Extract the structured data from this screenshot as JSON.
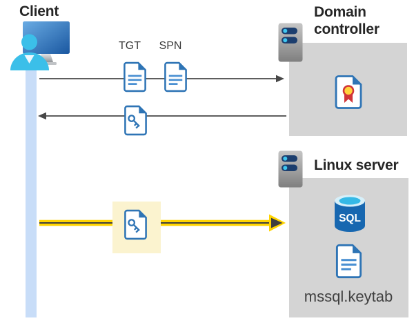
{
  "labels": {
    "client": "Client",
    "domain_controller": "Domain controller",
    "linux_server": "Linux server",
    "tgt": "TGT",
    "spn": "SPN",
    "sql": "SQL",
    "mssql_keytab": "mssql.keytab"
  },
  "icons": [
    "client-workstation-icon",
    "server-icon",
    "document-icon",
    "key-document-icon",
    "certificate-icon",
    "sql-database-icon"
  ],
  "colors": {
    "doc_blue": "#2e74b5",
    "doc_line_blue": "#4a90d2",
    "monitor_blue_light": "#6aace4",
    "monitor_blue_dark": "#1a57a0",
    "person_cyan": "#3bbfe9",
    "lifeline_blue": "#c8ddf8",
    "box_gray": "#d4d4d4",
    "server_pill_navy": "#1c3e6e",
    "server_dot_cyan": "#3fc6f0",
    "arrow_gray": "#474747",
    "highlight_yellow": "#ffd400",
    "highlight_cream": "#fbf3cf",
    "ribbon_red": "#d13438",
    "ribbon_yellow": "#ffd23b",
    "sql_blue": "#1767b0",
    "sql_top_cyan": "#35b9e6"
  }
}
